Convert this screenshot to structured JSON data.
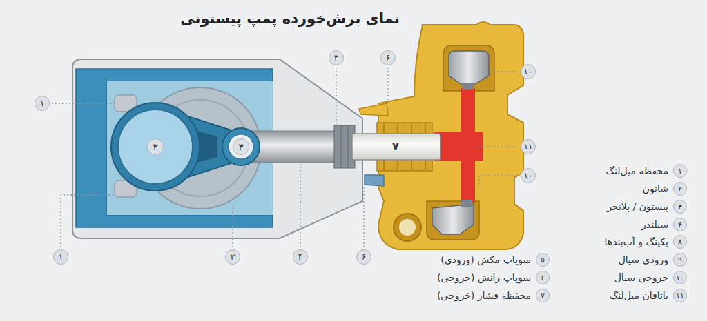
{
  "diagram": {
    "title": "نمای برش‌خورده پمپ پیستونی",
    "nodes": [
      {
        "text": [
          "۱"
        ]
      },
      {
        "text": [
          "۳"
        ]
      },
      {
        "text": [
          "۶"
        ]
      },
      {
        "text": [
          "۱۰"
        ]
      },
      {
        "text": [
          "۳"
        ]
      },
      {
        "text": [
          "۳"
        ]
      },
      {
        "text": [
          "۱۱"
        ]
      },
      {
        "text": [
          "۱۰"
        ]
      },
      {
        "text": [
          "۱"
        ]
      },
      {
        "text": [
          "۳"
        ]
      },
      {
        "text": [
          "۴"
        ]
      },
      {
        "text": [
          "۶"
        ]
      },
      {
        "text": [
          "۱"
        ]
      },
      {
        "text": [
          "۲"
        ]
      },
      {
        "text": [
          "۳"
        ]
      },
      {
        "text": [
          "۴"
        ]
      },
      {
        "text": [
          "۸"
        ]
      },
      {
        "text": [
          "۹"
        ]
      },
      {
        "text": [
          "۱۰"
        ]
      },
      {
        "text": [
          "۱۱"
        ]
      },
      {
        "text": [
          "۵"
        ]
      },
      {
        "text": [
          "۶"
        ]
      },
      {
        "text": [
          "۷"
        ]
      }
    ],
    "labels": [
      "۷",
      "محفظه میل‌لنگ",
      "شاتون",
      "پیستون / پلانجر",
      "سیلندر",
      "پکینگ و آب‌بندها",
      "ورودی سیال",
      "خروجی سیال",
      "یاتاقان میل‌لنگ",
      "سوپاپ مکش (ورودی)",
      "سوپاپ رانش (خروجی)",
      "محفظه فشار (خروجی)"
    ]
  }
}
